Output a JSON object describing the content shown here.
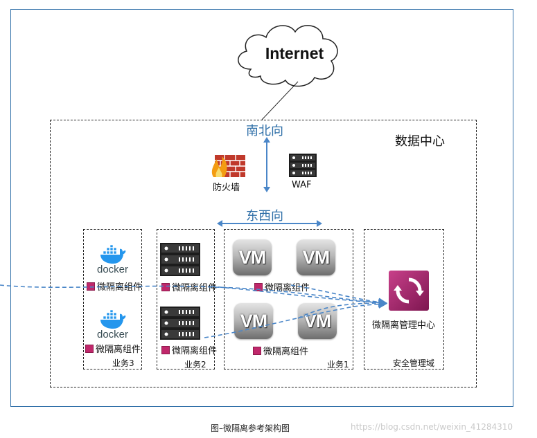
{
  "internet_label": "Internet",
  "datacenter_label": "数据中心",
  "north_south_label": "南北向",
  "east_west_label": "东西向",
  "firewall_label": "防火墙",
  "waf_label": "WAF",
  "component_label": "微隔离组件",
  "docker_text": "docker",
  "vm_text": "VM",
  "biz3_label": "业务3",
  "biz2_label": "业务2",
  "biz1_label": "业务1",
  "security_domain_label": "安全管理域",
  "mgmt_center_label": "微隔离管理中心",
  "caption": "图–微隔离参考架构图",
  "watermark_url": "https://blog.csdn.net/weixin_41284310",
  "colors": {
    "frame": "#2f6fa8",
    "arrow": "#4a86c8",
    "brand_magenta": "#c0276b",
    "docker_blue": "#2496ed"
  }
}
